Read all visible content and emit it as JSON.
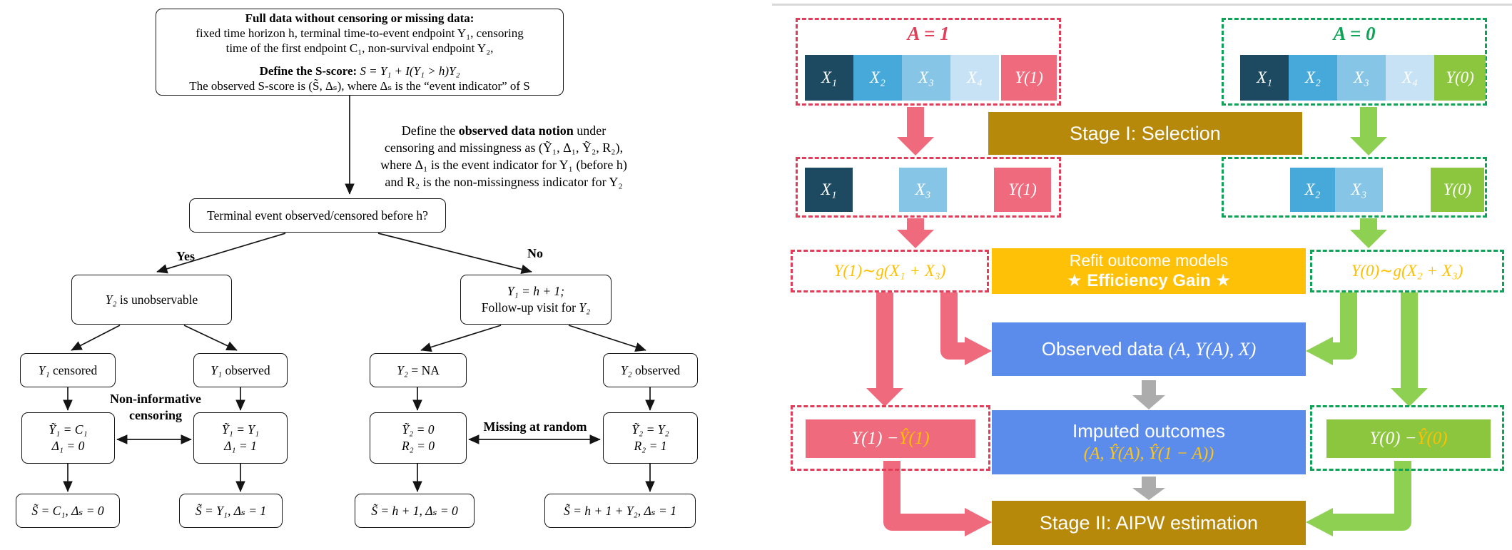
{
  "left": {
    "top_box": {
      "t1": "Full data without censoring or missing data:",
      "t2": "fixed time horizon h, terminal time-to-event endpoint Y₁, censoring",
      "t3": "time of the first endpoint C₁, non-survival endpoint Y₂,",
      "t4a": "Define the S-score:",
      "t4b": " S = Y₁ + I(Y₁ > h)Y₂",
      "t5": "The observed S-score is (S̃, Δₛ), where Δₛ is the “event indicator” of S"
    },
    "note": {
      "a": "Define the ",
      "b": "observed data notion",
      "c": " under",
      "l2": "censoring and missingness as (Ỹ₁, Δ₁, Ỹ₂, R₂),",
      "l3": "where Δ₁ is the event indicator for Y₁ (before h)",
      "l4": "and R₂ is the non-missingness indicator for Y₂"
    },
    "question": "Terminal event observed/censored before h?",
    "yes": "Yes",
    "no": "No",
    "y2_unobs": {
      "m": "Y₂",
      "t": " is unobservable"
    },
    "y1h1": {
      "l1": "Y₁ = h + 1;",
      "l2a": "Follow-up visit for ",
      "l2b": "Y₂"
    },
    "y1_cens": {
      "m": "Y₁",
      "t": " censored"
    },
    "y1_obs": {
      "m": "Y₁",
      "t": " observed"
    },
    "noninf1": "Non-informative",
    "noninf2": "censoring",
    "mar": "Missing at random",
    "c1": {
      "l1": "Ỹ₁ = C₁",
      "l2": "Δ₁ = 0"
    },
    "y1box": {
      "l1": "Ỹ₁ = Y₁",
      "l2": "Δ₁ = 1"
    },
    "y2na": {
      "m": "Y₂",
      "t": " = NA"
    },
    "y2obs": {
      "m": "Y₂",
      "t": " observed"
    },
    "y20": {
      "l1": "Ỹ₂ = 0",
      "l2": "R₂ = 0"
    },
    "y22": {
      "l1": "Ỹ₂ = Y₂",
      "l2": "R₂ = 1"
    },
    "s_c1": "S̃ = C₁, Δₛ = 0",
    "s_y1": "S̃ = Y₁, Δₛ = 1",
    "s_h1": "S̃ = h + 1, Δₛ = 0",
    "s_h1y2": "S̃ = h + 1 + Y₂, Δₛ = 1"
  },
  "right": {
    "a1": {
      "label": "A = 1",
      "cells": [
        "X₁",
        "X₂",
        "X₃",
        "X₄",
        "Y(1)"
      ]
    },
    "a0": {
      "label": "A = 0",
      "cells": [
        "X₁",
        "X₂",
        "X₃",
        "X₄",
        "Y(0)"
      ]
    },
    "stage1": {
      "label": "Stage I: Selection"
    },
    "sel1": {
      "cells": [
        "X₁",
        "X₃",
        "Y(1)"
      ]
    },
    "sel0": {
      "cells": [
        "X₂",
        "X₃",
        "Y(0)"
      ]
    },
    "refit": {
      "line1": "Refit outcome models",
      "line2": "★ Efficiency Gain ★"
    },
    "g1": {
      "formula": "Y(1)∼g(X₁ + X₃)"
    },
    "g0": {
      "formula": "Y(0)∼g(X₂ + X₃)"
    },
    "observed": {
      "text": "Observed data ",
      "math": "(A, Y(A), X)"
    },
    "imputed": {
      "line1": "Imputed outcomes",
      "math": "(A, Ŷ(A), Ŷ(1 − A))"
    },
    "diff1": {
      "white": "Y(1) − ",
      "yellow": "Ŷ(1)"
    },
    "diff0": {
      "white": "Y(0) − ",
      "yellow": "Ŷ(0)"
    },
    "stage2": {
      "label": "Stage II: AIPW estimation"
    },
    "colors": {
      "red_dashed": "#E23D58",
      "green_dashed": "#0EA256",
      "gold": "#B6890B",
      "amber": "#FFC008",
      "blue": "#5C8CEB",
      "pink": "#EE6A7C",
      "light_green": "#8ED052",
      "gray_arrow": "#ACACAC",
      "navy_cell": "#1E4A61",
      "blue_cell2": "#47A9D9",
      "blue_cell3": "#86C5E6",
      "blue_cell4": "#C6E2F4",
      "green_cell": "#8CC63F",
      "yellow_math": "#FFC000"
    }
  }
}
